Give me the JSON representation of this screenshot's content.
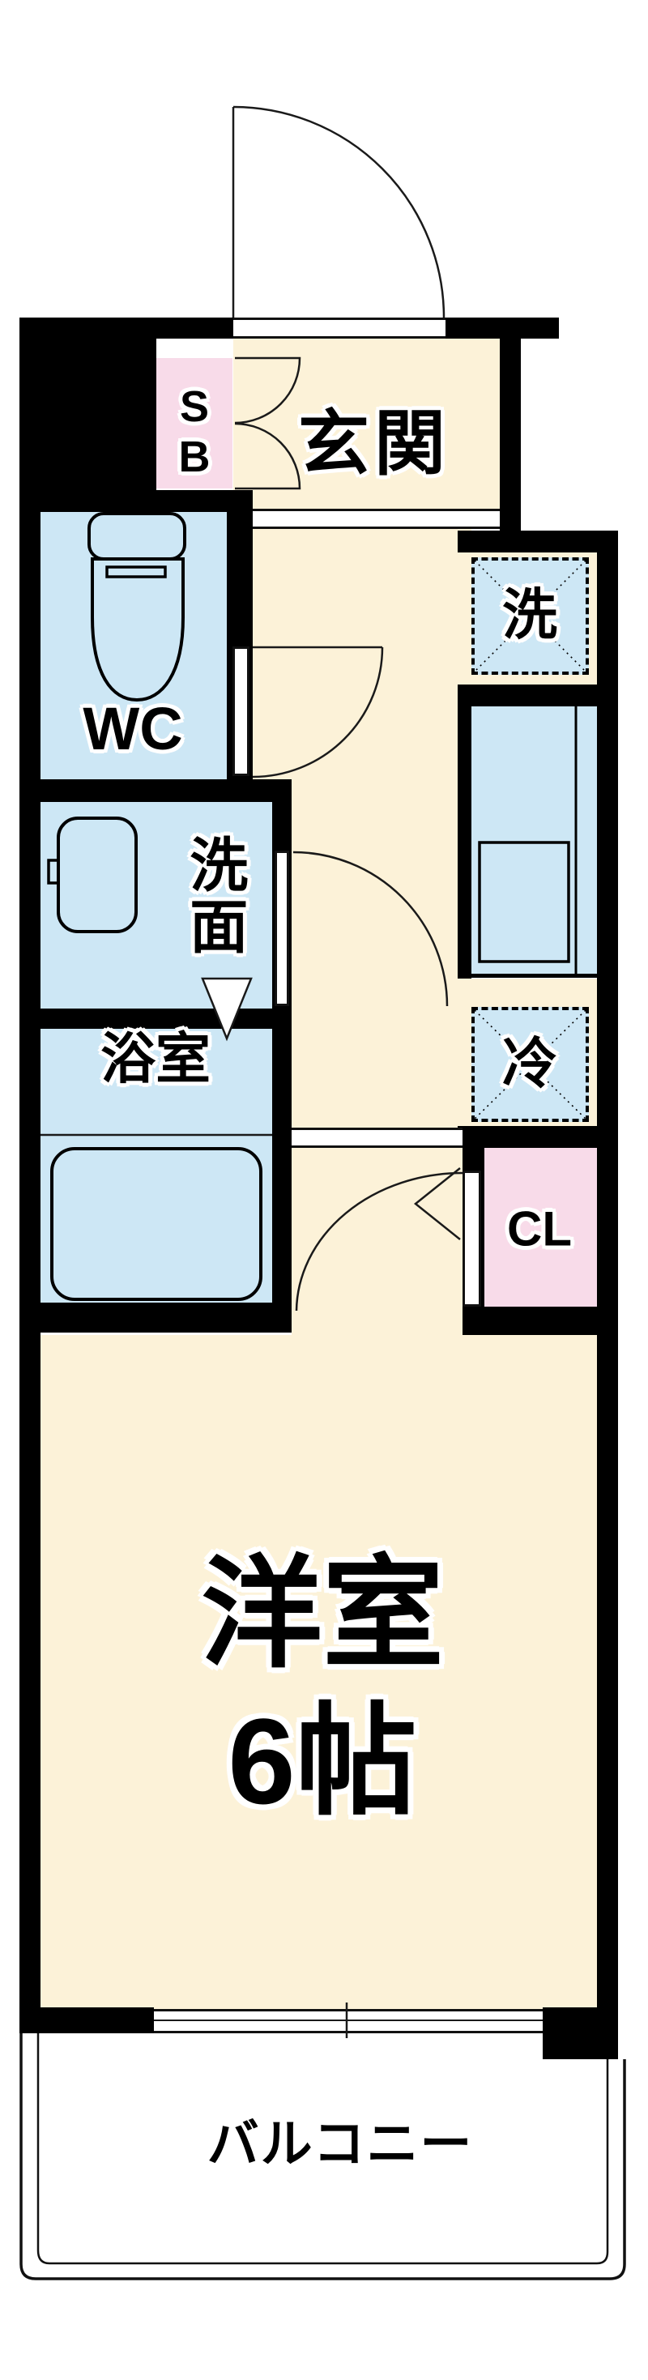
{
  "title": "floor-plan",
  "colors": {
    "room_beige": "#FCF2D8",
    "wet_blue": "#CDE7F5",
    "closet_pink": "#F8DBE9",
    "wall": "#000000",
    "line": "#1a1a1a"
  },
  "rooms": {
    "genkan": {
      "label": "玄関"
    },
    "shoe_box": {
      "line1": "S",
      "line2": "B"
    },
    "wc": {
      "label": "WC"
    },
    "washer_space": {
      "label": "洗"
    },
    "senmen": {
      "label": "洗面"
    },
    "bathroom": {
      "label": "浴室"
    },
    "fridge_space": {
      "label": "冷"
    },
    "closet": {
      "label": "CL"
    },
    "main_room": {
      "name": "洋室",
      "size": "6帖"
    },
    "balcony": {
      "label": "バルコニー"
    }
  }
}
